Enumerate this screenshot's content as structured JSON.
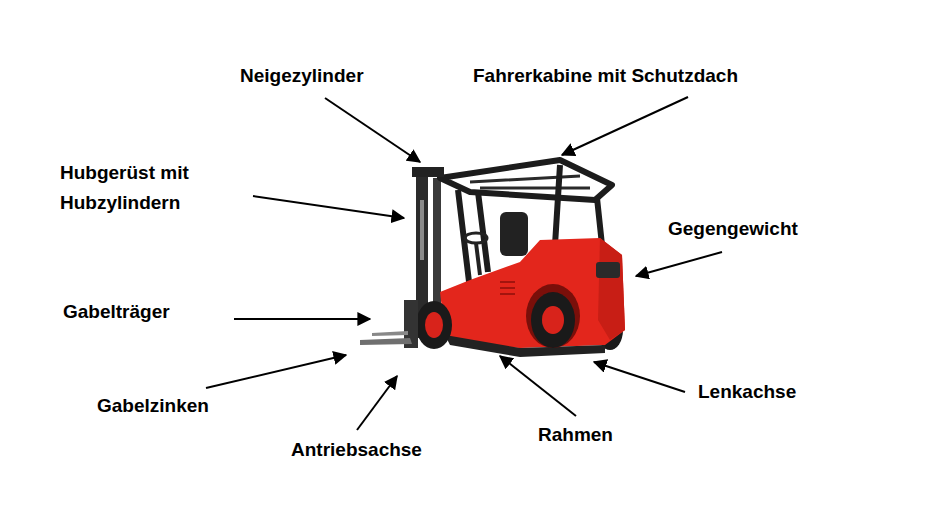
{
  "diagram": {
    "labels": [
      "Neigezylinder",
      "Fahrerkabine mit Schutzdach",
      "Hubgerüst mit Hubzylindern",
      "Gegengewicht",
      "Gabelträger",
      "Gabelzinken",
      "Antriebsachse",
      "Rahmen",
      "Lenkachse"
    ]
  }
}
